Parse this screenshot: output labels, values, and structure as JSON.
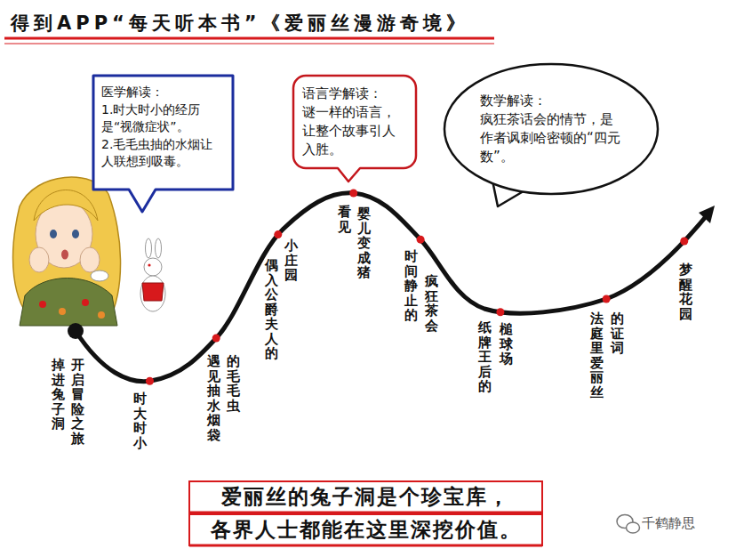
{
  "diagram": {
    "title": "得到APP“每天听本书”《爱丽丝漫游奇境》",
    "caption": "爱丽丝的兔子洞是个珍宝库， 各界人士都能在这里深挖价值。",
    "nodes": [
      {
        "text": [
          "医学解读：",
          "1.时大时小的经历是“视微症状”。",
          "2.毛毛虫抽的水烟让人联想到吸毒。"
        ]
      },
      {
        "text": [
          "语言学解读：",
          "谜一样的语言，让整个故事引人入胜。"
        ]
      },
      {
        "text": [
          "数学解读：",
          "疯狂茶话会的情节，是作者讽刺哈密顿的“四元数”。"
        ]
      }
    ],
    "labels": [
      "掉进兔子洞",
      "开启冒险之旅",
      "时大时小",
      "遇见抽水烟袋",
      "的毛毛虫",
      "偶入公爵夫人的",
      "小庄园",
      "看见",
      "婴儿变成猪",
      "时间静止的",
      "疯狂茶会",
      "纸牌王后的",
      "槌球场",
      "法庭里爱丽丝",
      "的证词",
      "梦醒花园",
      "千鹤静思"
    ]
  }
}
